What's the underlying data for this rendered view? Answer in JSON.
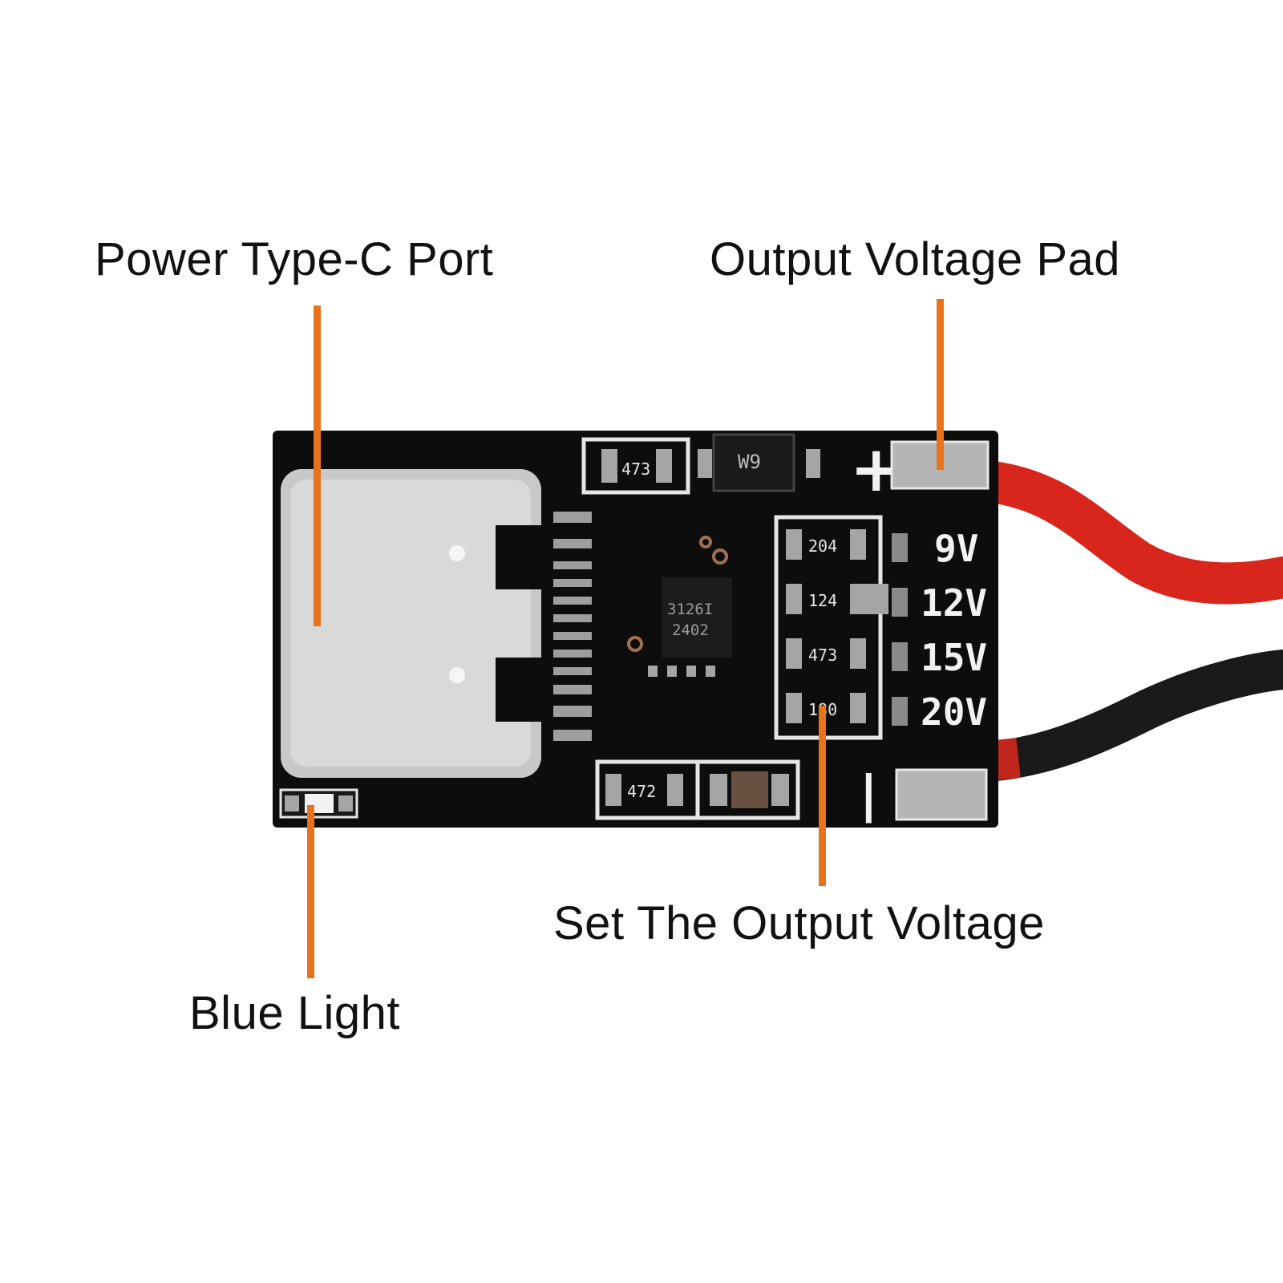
{
  "labels": {
    "port": "Power Type-C Port",
    "pad": "Output Voltage Pad",
    "set": "Set The Output Voltage",
    "blue": "Blue Light"
  },
  "board_marks": {
    "plus": "+",
    "minus": "|",
    "voltages": [
      "9V",
      "12V",
      "15V",
      "20V"
    ],
    "resistors": [
      "473",
      "204",
      "124",
      "473",
      "180",
      "472"
    ],
    "diode": "W9",
    "chip_line1": "3126I",
    "chip_line2": "2402"
  },
  "colors": {
    "leader": "#e8731a",
    "board": "#0d0d0d",
    "wire_red": "#d8261c",
    "wire_black": "#1a1a1a"
  }
}
